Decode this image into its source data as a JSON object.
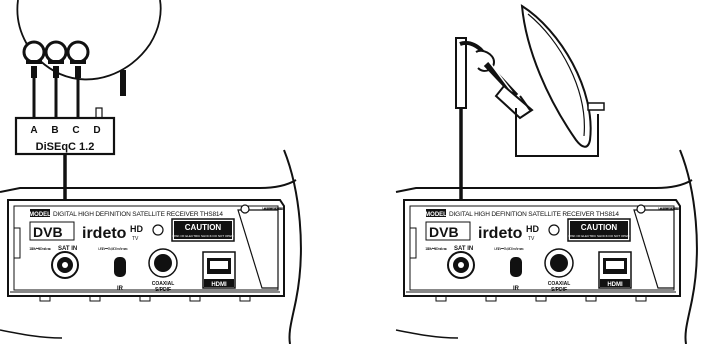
{
  "switch": {
    "ports": [
      "A",
      "B",
      "C",
      "D"
    ],
    "title": "DiSEqC 1.2"
  },
  "receiver": {
    "model_tag": "MODEL",
    "model_text": "DIGITAL HIGH DEFINITION SATELLITE RECEIVER THS814",
    "dvb_logo": "DVB",
    "irdeto_logo": "irdeto",
    "hd_badge": "HD",
    "hd_sub": "TV",
    "caution_title": "CAUTION",
    "caution_sub": "RISK OF ELECTRIC SHOCK DO NOT OPEN",
    "power_spec": "13/18 V ⎓ 500 mA max.",
    "sat_in": "SAT IN",
    "usb_spec": "USB: ⎓ 5 V, 800 mA max.",
    "ir_label": "IR",
    "coax_label": "COAXIAL",
    "spdif_label": "S/PDIF",
    "hdmi_label": "HDMI",
    "manuf_text": "MANUFA DOLBY LABORATOR ARE TRADE"
  }
}
